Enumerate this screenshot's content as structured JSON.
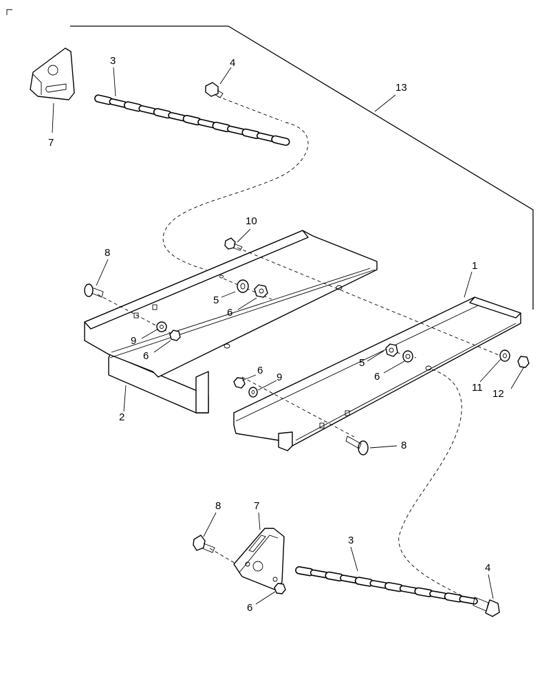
{
  "diagram": {
    "callouts": [
      {
        "id": "c13",
        "text": "13"
      },
      {
        "id": "c3a",
        "text": "3"
      },
      {
        "id": "c4a",
        "text": "4"
      },
      {
        "id": "c7a",
        "text": "7"
      },
      {
        "id": "c10",
        "text": "10"
      },
      {
        "id": "c8a",
        "text": "8"
      },
      {
        "id": "c1",
        "text": "1"
      },
      {
        "id": "c5a",
        "text": "5"
      },
      {
        "id": "c6a",
        "text": "6"
      },
      {
        "id": "c9a",
        "text": "9"
      },
      {
        "id": "c6b",
        "text": "6"
      },
      {
        "id": "c2",
        "text": "2"
      },
      {
        "id": "c5b",
        "text": "5"
      },
      {
        "id": "c6c",
        "text": "6"
      },
      {
        "id": "c6d",
        "text": "6"
      },
      {
        "id": "c9b",
        "text": "9"
      },
      {
        "id": "c11",
        "text": "11"
      },
      {
        "id": "c12",
        "text": "12"
      },
      {
        "id": "c8b",
        "text": "8"
      },
      {
        "id": "c8c",
        "text": "8"
      },
      {
        "id": "c7b",
        "text": "7"
      },
      {
        "id": "c3b",
        "text": "3"
      },
      {
        "id": "c4b",
        "text": "4"
      },
      {
        "id": "c6e",
        "text": "6"
      }
    ]
  }
}
